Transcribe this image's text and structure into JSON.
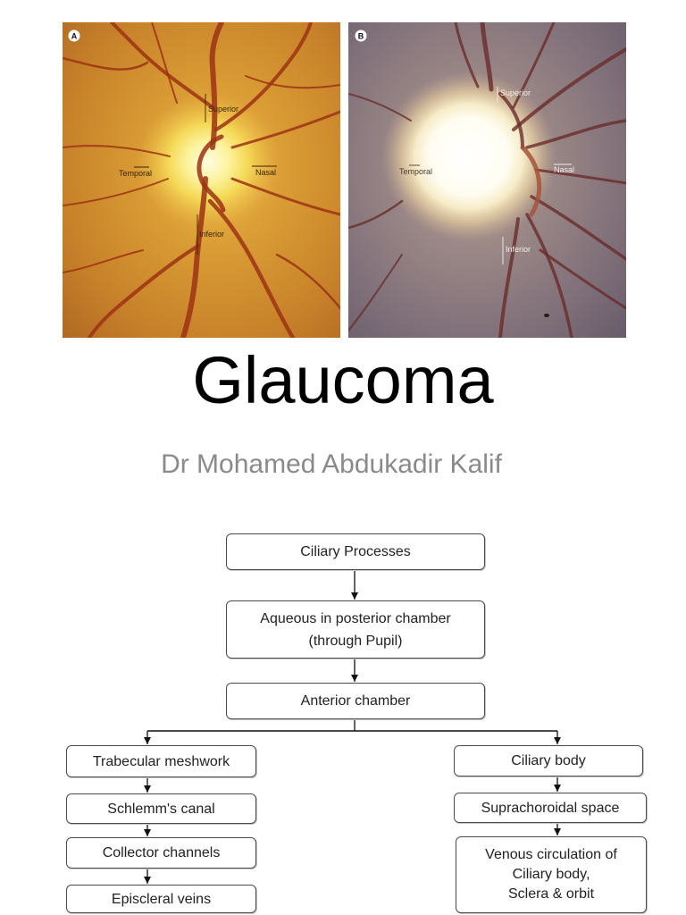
{
  "fundus_photos": [
    {
      "badge": "A",
      "labels": {
        "superior": "Superior",
        "temporal": "Temporal",
        "nasal": "Nasal",
        "inferior": "Inferior"
      }
    },
    {
      "badge": "B",
      "labels": {
        "superior": "Superior",
        "temporal": "Temporal",
        "nasal": "Nasal",
        "inferior": "Inferior"
      }
    }
  ],
  "slide": {
    "title": "Glaucoma",
    "subtitle": "Dr Mohamed Abdukadir Kalif"
  },
  "flowchart": {
    "main": [
      {
        "lines": [
          "Ciliary Processes"
        ]
      },
      {
        "lines": [
          "Aqueous in posterior chamber",
          "(through Pupil)"
        ]
      },
      {
        "lines": [
          "Anterior chamber"
        ]
      }
    ],
    "left_branch": [
      {
        "lines": [
          "Trabecular meshwork"
        ]
      },
      {
        "lines": [
          "Schlemm's canal"
        ]
      },
      {
        "lines": [
          "Collector channels"
        ]
      },
      {
        "lines": [
          "Episcleral veins"
        ]
      }
    ],
    "right_branch": [
      {
        "lines": [
          "Ciliary body"
        ]
      },
      {
        "lines": [
          "Suprachoroidal space"
        ]
      },
      {
        "lines": [
          "Venous circulation of",
          "Ciliary body,",
          "Sclera & orbit"
        ]
      }
    ]
  },
  "colors": {
    "title_text": "#000000",
    "subtitle_text": "#8a8a8a"
  }
}
